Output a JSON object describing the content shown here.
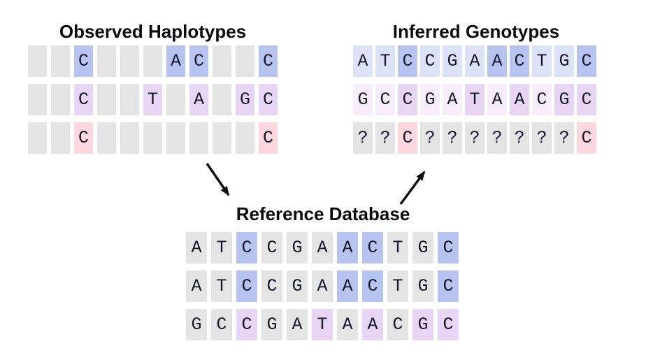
{
  "colors": {
    "gray": "#e4e4e4",
    "blue": "#b8c4f0",
    "blue_light": "#dce2f8",
    "purple": "#e8d5f6",
    "purple_light": "#f8eefb",
    "pink": "#fcd7de",
    "arrow": "#111111",
    "letter": "#17172b"
  },
  "sections": {
    "observed": {
      "title": "Observed Haplotypes",
      "rows": [
        [
          {
            "c": "",
            "bg": "gray"
          },
          {
            "c": "",
            "bg": "gray"
          },
          {
            "c": "C",
            "bg": "blue"
          },
          {
            "c": "",
            "bg": "gray"
          },
          {
            "c": "",
            "bg": "gray"
          },
          {
            "c": "",
            "bg": "gray"
          },
          {
            "c": "A",
            "bg": "blue"
          },
          {
            "c": "C",
            "bg": "blue"
          },
          {
            "c": "",
            "bg": "gray"
          },
          {
            "c": "",
            "bg": "gray"
          },
          {
            "c": "C",
            "bg": "blue"
          }
        ],
        [
          {
            "c": "",
            "bg": "gray"
          },
          {
            "c": "",
            "bg": "gray"
          },
          {
            "c": "C",
            "bg": "purple"
          },
          {
            "c": "",
            "bg": "gray"
          },
          {
            "c": "",
            "bg": "gray"
          },
          {
            "c": "T",
            "bg": "purple"
          },
          {
            "c": "",
            "bg": "gray"
          },
          {
            "c": "A",
            "bg": "purple"
          },
          {
            "c": "",
            "bg": "gray"
          },
          {
            "c": "G",
            "bg": "purple"
          },
          {
            "c": "C",
            "bg": "purple"
          }
        ],
        [
          {
            "c": "",
            "bg": "gray"
          },
          {
            "c": "",
            "bg": "gray"
          },
          {
            "c": "C",
            "bg": "pink"
          },
          {
            "c": "",
            "bg": "gray"
          },
          {
            "c": "",
            "bg": "gray"
          },
          {
            "c": "",
            "bg": "gray"
          },
          {
            "c": "",
            "bg": "gray"
          },
          {
            "c": "",
            "bg": "gray"
          },
          {
            "c": "",
            "bg": "gray"
          },
          {
            "c": "",
            "bg": "gray"
          },
          {
            "c": "C",
            "bg": "pink"
          }
        ]
      ]
    },
    "inferred": {
      "title": "Inferred Genotypes",
      "rows": [
        [
          {
            "c": "A",
            "bg": "blue_light"
          },
          {
            "c": "T",
            "bg": "blue_light"
          },
          {
            "c": "C",
            "bg": "blue"
          },
          {
            "c": "C",
            "bg": "blue_light"
          },
          {
            "c": "G",
            "bg": "blue_light"
          },
          {
            "c": "A",
            "bg": "blue_light"
          },
          {
            "c": "A",
            "bg": "blue"
          },
          {
            "c": "C",
            "bg": "blue"
          },
          {
            "c": "T",
            "bg": "blue_light"
          },
          {
            "c": "G",
            "bg": "blue_light"
          },
          {
            "c": "C",
            "bg": "blue"
          }
        ],
        [
          {
            "c": "G",
            "bg": "purple_light"
          },
          {
            "c": "C",
            "bg": "purple_light"
          },
          {
            "c": "C",
            "bg": "purple"
          },
          {
            "c": "G",
            "bg": "purple_light"
          },
          {
            "c": "A",
            "bg": "purple_light"
          },
          {
            "c": "T",
            "bg": "purple"
          },
          {
            "c": "A",
            "bg": "purple_light"
          },
          {
            "c": "A",
            "bg": "purple"
          },
          {
            "c": "C",
            "bg": "purple_light"
          },
          {
            "c": "G",
            "bg": "purple"
          },
          {
            "c": "C",
            "bg": "purple"
          }
        ],
        [
          {
            "c": "?",
            "bg": "gray"
          },
          {
            "c": "?",
            "bg": "gray"
          },
          {
            "c": "C",
            "bg": "pink"
          },
          {
            "c": "?",
            "bg": "gray"
          },
          {
            "c": "?",
            "bg": "gray"
          },
          {
            "c": "?",
            "bg": "gray"
          },
          {
            "c": "?",
            "bg": "gray"
          },
          {
            "c": "?",
            "bg": "gray"
          },
          {
            "c": "?",
            "bg": "gray"
          },
          {
            "c": "?",
            "bg": "gray"
          },
          {
            "c": "C",
            "bg": "pink"
          }
        ]
      ]
    },
    "reference": {
      "title": "Reference Database",
      "rows": [
        [
          {
            "c": "A",
            "bg": "gray"
          },
          {
            "c": "T",
            "bg": "gray"
          },
          {
            "c": "C",
            "bg": "blue"
          },
          {
            "c": "C",
            "bg": "gray"
          },
          {
            "c": "G",
            "bg": "gray"
          },
          {
            "c": "A",
            "bg": "gray"
          },
          {
            "c": "A",
            "bg": "blue"
          },
          {
            "c": "C",
            "bg": "blue"
          },
          {
            "c": "T",
            "bg": "gray"
          },
          {
            "c": "G",
            "bg": "gray"
          },
          {
            "c": "C",
            "bg": "blue"
          }
        ],
        [
          {
            "c": "A",
            "bg": "gray"
          },
          {
            "c": "T",
            "bg": "gray"
          },
          {
            "c": "C",
            "bg": "blue"
          },
          {
            "c": "C",
            "bg": "gray"
          },
          {
            "c": "G",
            "bg": "gray"
          },
          {
            "c": "A",
            "bg": "gray"
          },
          {
            "c": "A",
            "bg": "blue"
          },
          {
            "c": "C",
            "bg": "blue"
          },
          {
            "c": "T",
            "bg": "gray"
          },
          {
            "c": "G",
            "bg": "gray"
          },
          {
            "c": "C",
            "bg": "blue"
          }
        ],
        [
          {
            "c": "G",
            "bg": "gray"
          },
          {
            "c": "C",
            "bg": "gray"
          },
          {
            "c": "C",
            "bg": "purple"
          },
          {
            "c": "G",
            "bg": "gray"
          },
          {
            "c": "A",
            "bg": "gray"
          },
          {
            "c": "T",
            "bg": "purple"
          },
          {
            "c": "A",
            "bg": "gray"
          },
          {
            "c": "A",
            "bg": "purple"
          },
          {
            "c": "C",
            "bg": "gray"
          },
          {
            "c": "G",
            "bg": "purple"
          },
          {
            "c": "C",
            "bg": "purple"
          }
        ]
      ]
    }
  }
}
